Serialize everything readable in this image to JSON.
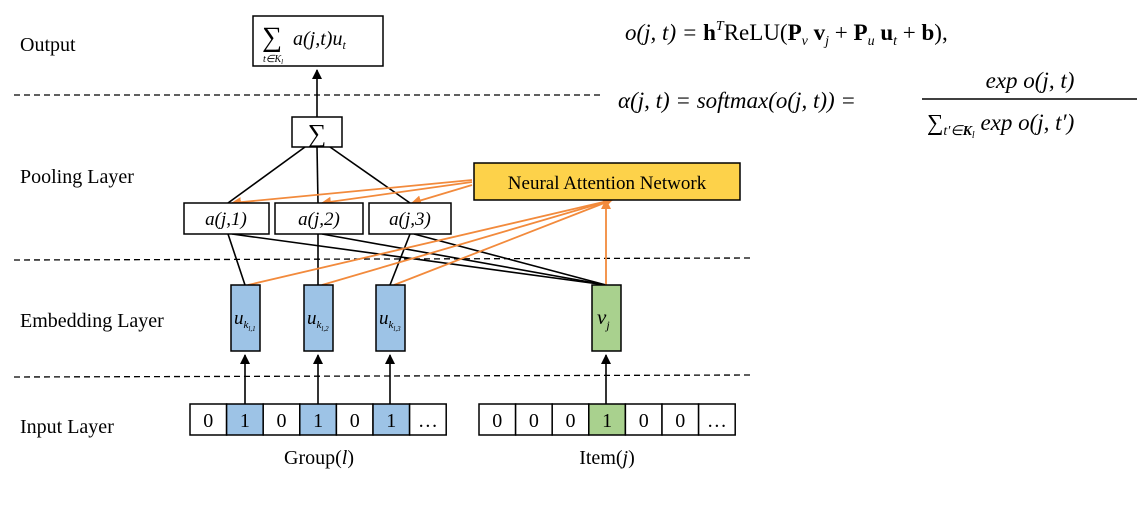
{
  "layers": {
    "output": "Output",
    "pooling": "Pooling Layer",
    "embedding": "Embedding Layer",
    "input": "Input Layer"
  },
  "output_box": {
    "sum_symbol": "∑",
    "subscript": "t∈K",
    "subscript_sub": "l",
    "expr_a": "a",
    "expr_args": "(j,t)",
    "expr_u": "u",
    "expr_u_sub": "t"
  },
  "pool_box": "∑",
  "attention_network": {
    "label": "Neural Attention Network",
    "fill": "#FDD24A",
    "arrow_color": "#F28A3C"
  },
  "attention_scores": [
    {
      "fn": "a",
      "args": "(j,1)"
    },
    {
      "fn": "a",
      "args": "(j,2)"
    },
    {
      "fn": "a",
      "args": "(j,3)"
    }
  ],
  "embeddings": {
    "user_fill": "#9DC3E6",
    "item_fill": "#A9D18E",
    "users": [
      {
        "symbol": "u",
        "sub": "k",
        "subsub": "l,1"
      },
      {
        "symbol": "u",
        "sub": "k",
        "subsub": "l,2"
      },
      {
        "symbol": "u",
        "sub": "k",
        "subsub": "l,3"
      }
    ],
    "item": {
      "symbol": "v",
      "sub": "j"
    }
  },
  "group_vector": {
    "cells": [
      "0",
      "1",
      "0",
      "1",
      "0",
      "1",
      "…"
    ],
    "highlighted": [
      1,
      3,
      5
    ],
    "label_text": "Group(",
    "label_var": "l",
    "label_close": ")"
  },
  "item_vector": {
    "cells": [
      "0",
      "0",
      "0",
      "1",
      "0",
      "0",
      "…"
    ],
    "highlighted": [
      3
    ],
    "label_text": "Item(",
    "label_var": "j",
    "label_close": ")"
  },
  "equations": {
    "eq1": {
      "lhs": "o(j, t) = ",
      "h": "h",
      "sup": "T",
      "relu": "ReLU(",
      "P1": "P",
      "P1sub": "v",
      "v": "v",
      "vsub": "j",
      "plus1": " + ",
      "P2": "P",
      "P2sub": "u",
      "u": "u",
      "usub": "t",
      "plus2": " + ",
      "b": "b",
      "end": "),"
    },
    "eq2": {
      "lhs": "α(j, t) = softmax(o(j, t)) = ",
      "num": "exp o(j, t)",
      "den_sum": "∑",
      "den_sub": "t′∈",
      "den_sub_K": "K",
      "den_sub_l": "l",
      "den_rest": " exp o(j, t′)"
    }
  }
}
